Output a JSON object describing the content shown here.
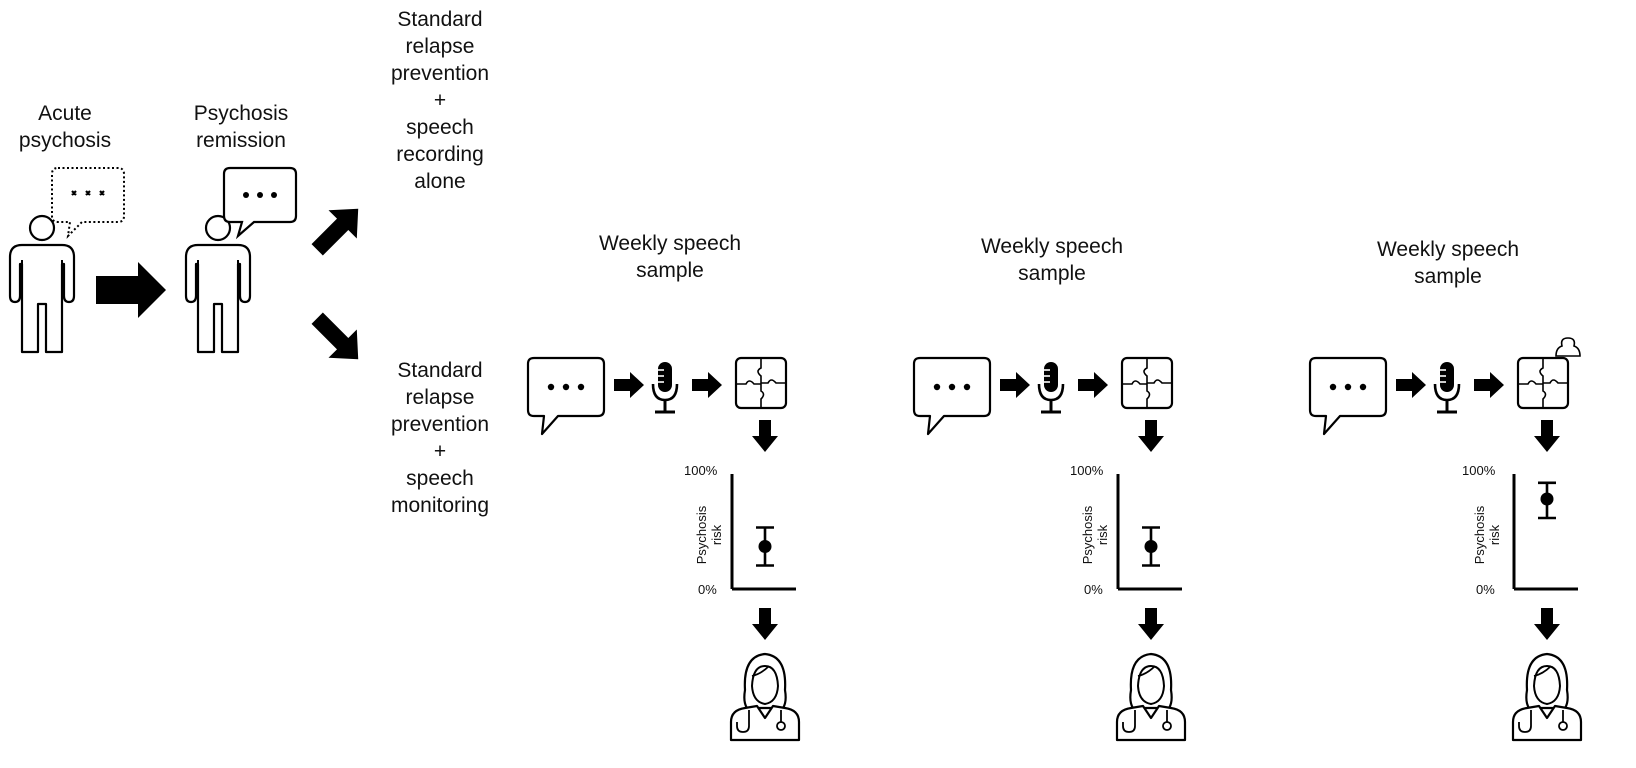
{
  "stages": {
    "acute": [
      "Acute",
      "psychosis"
    ],
    "remission": [
      "Psychosis",
      "remission"
    ]
  },
  "arms": {
    "control": [
      "Standard",
      "relapse",
      "prevention",
      "+",
      "speech",
      "recording",
      "alone"
    ],
    "monitoring": [
      "Standard",
      "relapse",
      "prevention",
      "+",
      "speech",
      "monitoring"
    ]
  },
  "panels": [
    {
      "title": [
        "Weekly speech",
        "sample"
      ],
      "axis_top": "100%",
      "axis_bottom": "0%",
      "axis_label": [
        "Psychosis",
        "risk"
      ],
      "risk": {
        "estimate": 0.3,
        "low": 0.1,
        "high": 0.5
      },
      "puzzle_piece_out": false
    },
    {
      "title": [
        "Weekly speech",
        "sample"
      ],
      "axis_top": "100%",
      "axis_bottom": "0%",
      "axis_label": [
        "Psychosis",
        "risk"
      ],
      "risk": {
        "estimate": 0.3,
        "low": 0.1,
        "high": 0.5
      },
      "puzzle_piece_out": false
    },
    {
      "title": [
        "Weekly speech",
        "sample"
      ],
      "axis_top": "100%",
      "axis_bottom": "0%",
      "axis_label": [
        "Psychosis",
        "risk"
      ],
      "risk": {
        "estimate": 0.8,
        "low": 0.6,
        "high": 0.97
      },
      "puzzle_piece_out": true
    }
  ]
}
